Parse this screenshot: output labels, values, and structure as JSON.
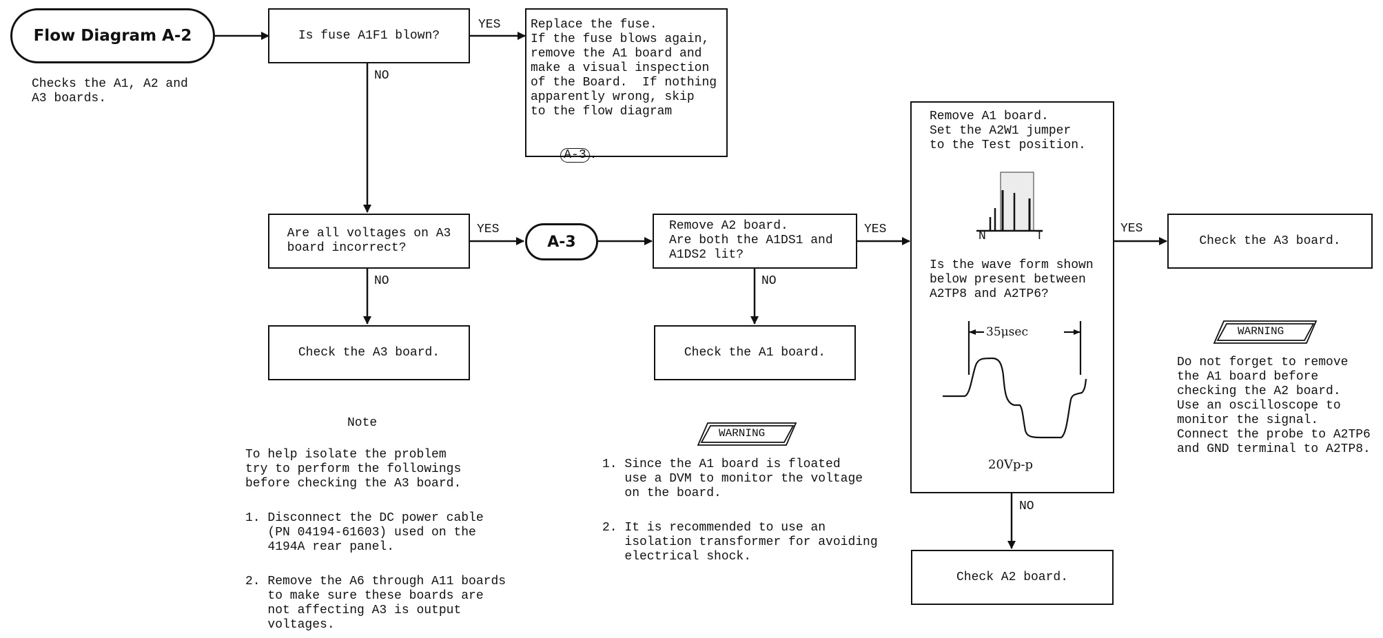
{
  "title_terminal": "Flow Diagram A-2",
  "description": "Checks the A1, A2 and\nA3 boards.",
  "q_fuse": "Is fuse A1F1 blown?",
  "replace_fuse": "Replace the fuse.\nIf the fuse blows again,\nremove the A1 board and\nmake a visual inspection\nof the Board.  If nothing\napparently wrong, skip\nto the flow diagram",
  "ref_a3": "A-3",
  "ref_period": ".",
  "q_voltages": "Are all voltages on A3\nboard incorrect?",
  "connector_a3": "A-3",
  "check_a3_left": "Check the A3 board.",
  "remove_a2": "Remove A2 board.\nAre both the A1DS1 and\nA1DS2 lit?",
  "check_a1": "Check the A1 board.",
  "remove_a1": "Remove A1 board.\nSet the A2W1 jumper\nto the Test position.",
  "label_n": "N",
  "label_t": "T",
  "q_waveform": "Is the wave form shown\nbelow present between\nA2TP8 and A2TP6?",
  "period_label": "35μsec",
  "amplitude_label": "20Vp-p",
  "check_a2": "Check A2 board.",
  "check_a3_right": "Check the A3 board.",
  "yes": "YES",
  "no": "NO",
  "note_title": "Note",
  "note_body": "To help isolate the problem\ntry to perform the followings\nbefore checking the A3 board.",
  "note_item1": "1. Disconnect the DC power cable\n   (PN 04194-61603) used on the\n   4194A rear panel.",
  "note_item2": "2. Remove the A6 through A11 boards\n   to make sure these boards are\n   not affecting A3 is output\n   voltages.",
  "warning_label": "WARNING",
  "warning_item1": "1. Since the A1 board is floated\n   use a DVM to monitor the voltage\n   on the board.",
  "warning_item2": "2. It is recommended to use an\n   isolation transformer for avoiding\n   electrical shock.",
  "warning_right_label": "WARNING",
  "warning_right_text": "Do not forget to remove\nthe A1 board before\nchecking the A2 board.\nUse an oscilloscope to\nmonitor the signal.\nConnect the probe to A2TP6\nand GND terminal to A2TP8."
}
